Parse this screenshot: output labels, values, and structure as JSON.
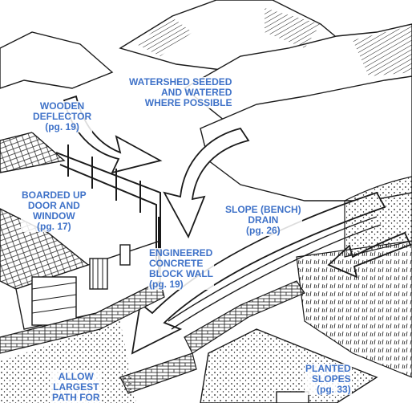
{
  "colors": {
    "label": "#3f72c8",
    "ink": "#1a1a1a",
    "paper": "#ffffff"
  },
  "labels": {
    "watershed": "WATERSHED SEEDED\nAND WATERED\nWHERE POSSIBLE",
    "wooden_deflector": "WOODEN\nDEFLECTOR\n(pg. 19)",
    "boarded_up": "BOARDED UP\nDOOR AND\nWINDOW\n(pg. 17)",
    "slope_drain": "SLOPE (BENCH)\nDRAIN\n(pg. 26)",
    "concrete_wall": "ENGINEERED\nCONCRETE\nBLOCK WALL\n(pg. 19)",
    "allow_path": "ALLOW\nLARGEST\nPATH FOR",
    "planted_slopes": "PLANTED\nSLOPES\n(pg. 33)"
  }
}
